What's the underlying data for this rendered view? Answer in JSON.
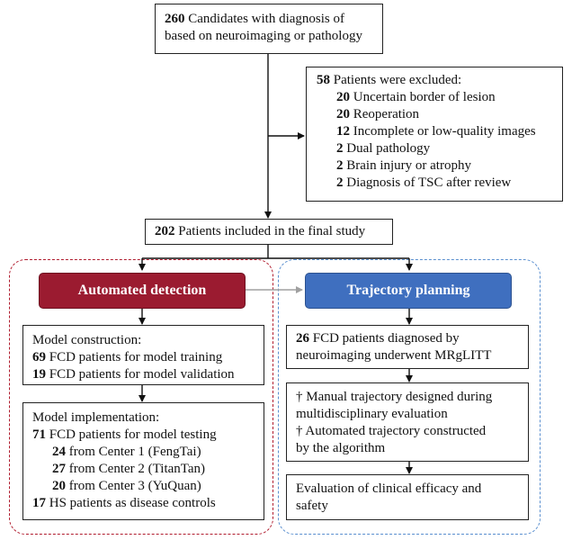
{
  "top_box": {
    "n": "260",
    "text1": " Candidates with diagnosis of",
    "text2": "based on neuroimaging or pathology"
  },
  "excluded": {
    "header_n": "58",
    "header_text": " Patients were excluded:",
    "items": [
      {
        "n": "20",
        "text": " Uncertain border of lesion"
      },
      {
        "n": "20",
        "text": " Reoperation"
      },
      {
        "n": "12",
        "text": " Incomplete or low-quality images"
      },
      {
        "n": "2",
        "text": " Dual pathology"
      },
      {
        "n": "2",
        "text": " Brain injury or atrophy"
      },
      {
        "n": "2",
        "text": " Diagnosis of TSC after review"
      }
    ]
  },
  "included": {
    "n": "202",
    "text": " Patients included in the final study"
  },
  "left": {
    "title": "Automated detection",
    "construction": {
      "heading": "Model construction:",
      "items": [
        {
          "n": "69",
          "text": " FCD patients for model training"
        },
        {
          "n": "19",
          "text": " FCD patients for model validation"
        }
      ]
    },
    "implementation": {
      "heading": "Model implementation:",
      "testing": {
        "n": "71",
        "text": " FCD patients for model testing"
      },
      "centers": [
        {
          "n": "24",
          "text": " from Center 1 (FengTai)"
        },
        {
          "n": "27",
          "text": " from Center 2 (TitanTan)"
        },
        {
          "n": "20",
          "text": " from Center 3 (YuQuan)"
        }
      ],
      "controls": {
        "n": "17",
        "text": " HS patients as disease controls"
      }
    }
  },
  "right": {
    "title": "Trajectory planning",
    "box1": {
      "n": "26",
      "text1": " FCD patients diagnosed by",
      "text2": "neuroimaging underwent MRgLITT"
    },
    "box2": {
      "lines": [
        "† Manual trajectory designed during",
        "multidisciplinary evaluation",
        "† Automated trajectory constructed",
        "by the algorithm"
      ]
    },
    "box3": {
      "lines": [
        "Evaluation of clinical efficacy and",
        "safety"
      ]
    }
  },
  "colors": {
    "left_fill": "#9b1b30",
    "left_dash": "#b01c2e",
    "right_fill": "#3f6fbf",
    "right_dash": "#5a8fcf",
    "gray_arrow": "#a0a0a0"
  }
}
